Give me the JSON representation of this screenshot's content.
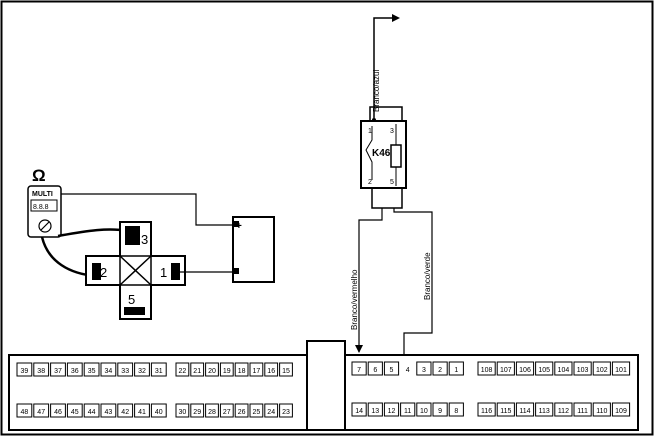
{
  "multimeter": {
    "symbol": "Ω",
    "label": "MULTI",
    "display": "8.8.8"
  },
  "relay": {
    "name": "K46",
    "pins": [
      "1",
      "3",
      "2",
      "5"
    ]
  },
  "switch_block": {
    "pins": [
      "3",
      "2",
      "1",
      "5"
    ]
  },
  "wires": {
    "top": "Branco/azul",
    "left": "Branco/vermelho",
    "right": "Branco/verde"
  },
  "connector": {
    "left_top": [
      "39",
      "38",
      "37",
      "36",
      "35",
      "34",
      "33",
      "32",
      "31"
    ],
    "left_bottom": [
      "48",
      "47",
      "46",
      "45",
      "44",
      "43",
      "42",
      "41",
      "40"
    ],
    "mid_top": [
      "22",
      "21",
      "20",
      "19",
      "18",
      "17",
      "16",
      "15"
    ],
    "mid_bottom": [
      "30",
      "29",
      "28",
      "27",
      "26",
      "25",
      "24",
      "23"
    ],
    "r1_top": [
      "7",
      "6",
      "5",
      "4",
      "3",
      "2",
      "1"
    ],
    "r1_bottom": [
      "14",
      "13",
      "12",
      "11",
      "10",
      "9",
      "8"
    ],
    "r2_top": [
      "108",
      "107",
      "106",
      "105",
      "104",
      "103",
      "102",
      "101"
    ],
    "r2_bottom": [
      "116",
      "115",
      "114",
      "113",
      "112",
      "111",
      "110",
      "109"
    ]
  }
}
